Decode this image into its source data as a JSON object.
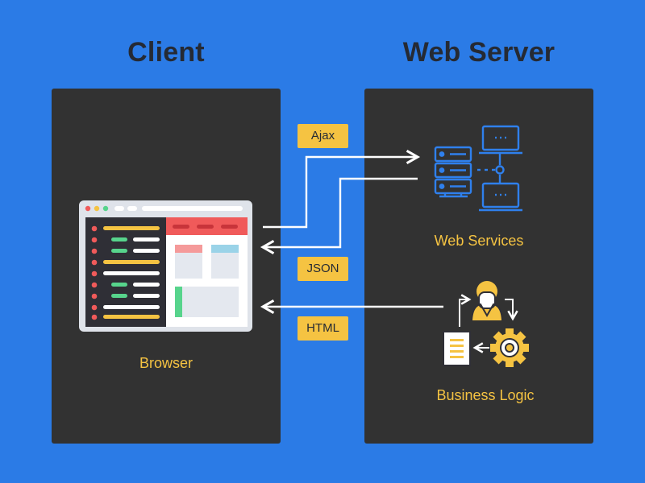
{
  "titles": {
    "client": "Client",
    "server": "Web Server"
  },
  "nodes": {
    "browser": "Browser",
    "web_services": "Web Services",
    "business_logic": "Business Logic"
  },
  "flows": {
    "ajax": "Ajax",
    "json": "JSON",
    "html": "HTML"
  },
  "colors": {
    "background": "#2b7be6",
    "panel": "#323232",
    "accent": "#f5c342",
    "arrow": "#ffffff",
    "icon_blue": "#2f80ed"
  }
}
